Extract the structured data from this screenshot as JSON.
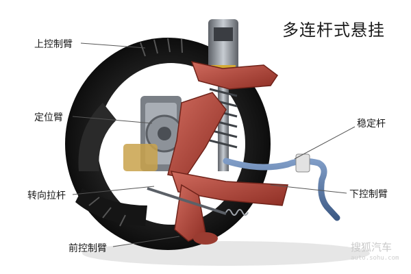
{
  "title": "多连杆式悬挂",
  "labels": {
    "upper_arm": "上控制臂",
    "trailing_arm": "定位臂",
    "tie_rod": "转向拉杆",
    "front_arm": "前控制臂",
    "stabilizer": "稳定杆",
    "lower_arm": "下控制臂"
  },
  "watermark": {
    "brand": "搜狐汽车",
    "url": "auto.sohu.com"
  },
  "colors": {
    "link_red": "#b3463a",
    "stabilizer_blue": "#4f6f9e",
    "tire_dark": "#1c1c1c",
    "metal_grey": "#8a8f96"
  }
}
